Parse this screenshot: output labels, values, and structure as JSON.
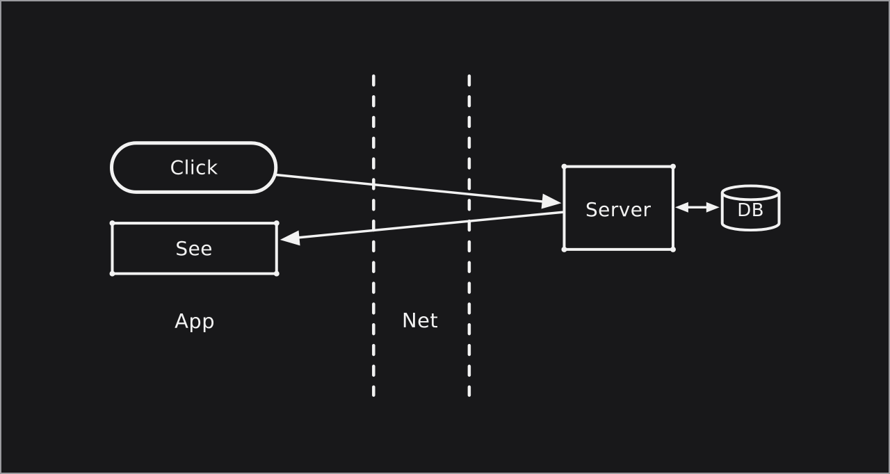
{
  "diagram": {
    "type": "flow-diagram",
    "theme": {
      "background": "#18181a",
      "frame": "#9a9a9e",
      "stroke": "#f2f2f2",
      "text": "#f2f2f2"
    },
    "nodes": {
      "click": {
        "label": "Click",
        "shape": "pill"
      },
      "see": {
        "label": "See",
        "shape": "rectangle"
      },
      "server": {
        "label": "Server",
        "shape": "rectangle"
      },
      "db": {
        "label": "DB",
        "shape": "cylinder"
      }
    },
    "zones": {
      "app": {
        "label": "App",
        "style": "plain-text"
      },
      "net": {
        "label": "Net",
        "style": "between-dashed-lines"
      }
    },
    "edges": [
      {
        "from": "Click",
        "to": "Server",
        "style": "arrow"
      },
      {
        "from": "Server",
        "to": "See",
        "style": "arrow"
      },
      {
        "from": "Server",
        "to": "DB",
        "style": "double-arrow"
      }
    ]
  }
}
